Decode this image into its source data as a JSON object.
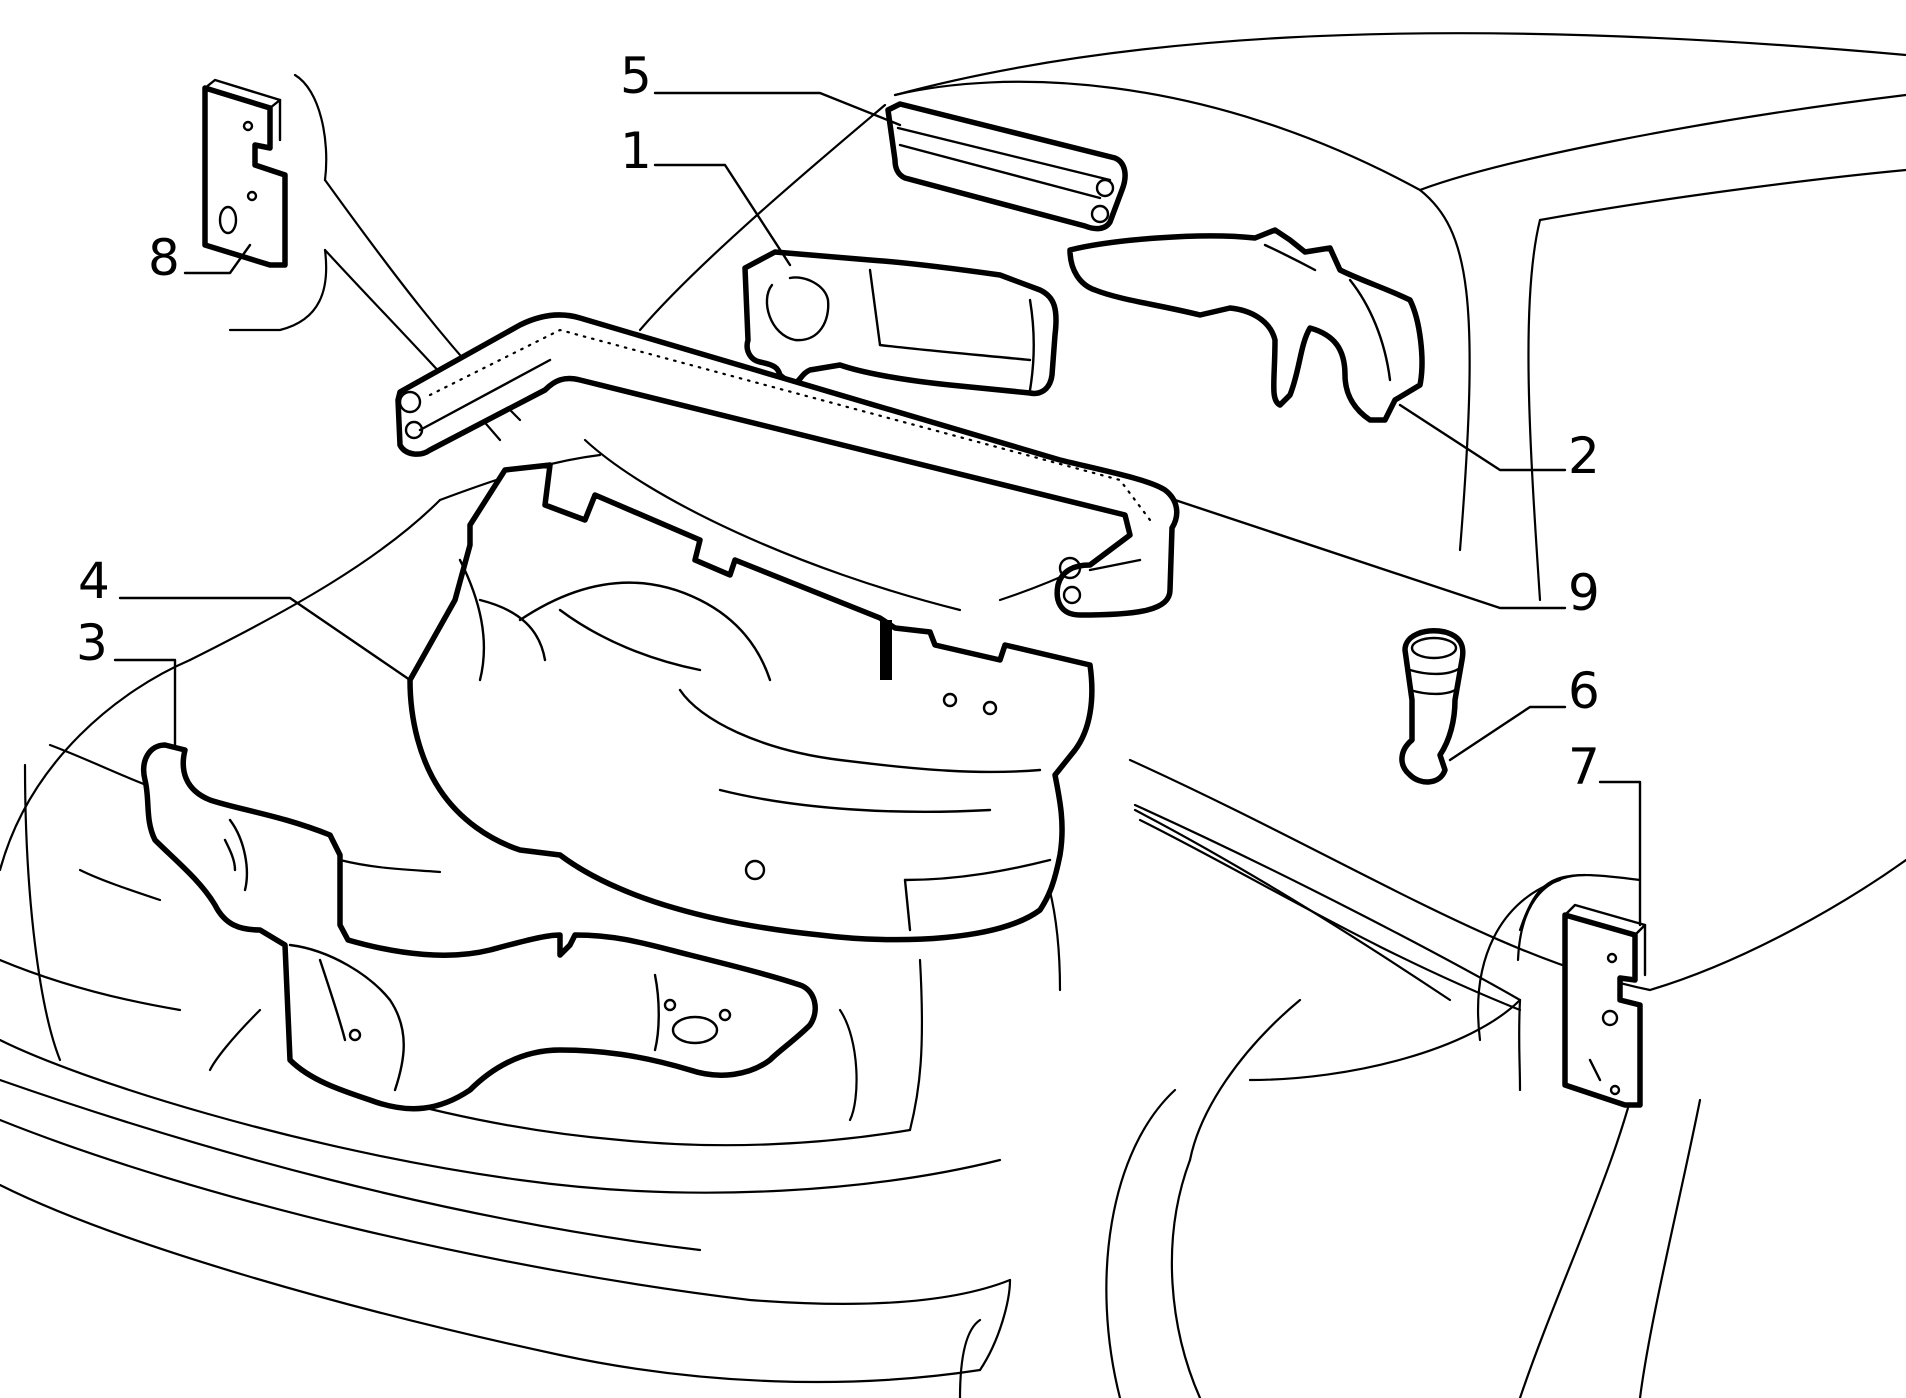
{
  "diagram": {
    "callouts": [
      {
        "id": "1",
        "label": "1",
        "part": "rear-bulkhead-pad"
      },
      {
        "id": "2",
        "label": "2",
        "part": "wheel-arch-insulation-right"
      },
      {
        "id": "3",
        "label": "3",
        "part": "rear-panel-lining"
      },
      {
        "id": "4",
        "label": "4",
        "part": "boot-floor-lining"
      },
      {
        "id": "5",
        "label": "5",
        "part": "seal-strip"
      },
      {
        "id": "6",
        "label": "6",
        "part": "grommet"
      },
      {
        "id": "7",
        "label": "7",
        "part": "bracket-pad-right"
      },
      {
        "id": "8",
        "label": "8",
        "part": "bracket-pad-left"
      },
      {
        "id": "9",
        "label": "9",
        "part": "boot-opening-weatherstrip"
      }
    ],
    "line_color": "#000000",
    "background_color": "#ffffff"
  }
}
